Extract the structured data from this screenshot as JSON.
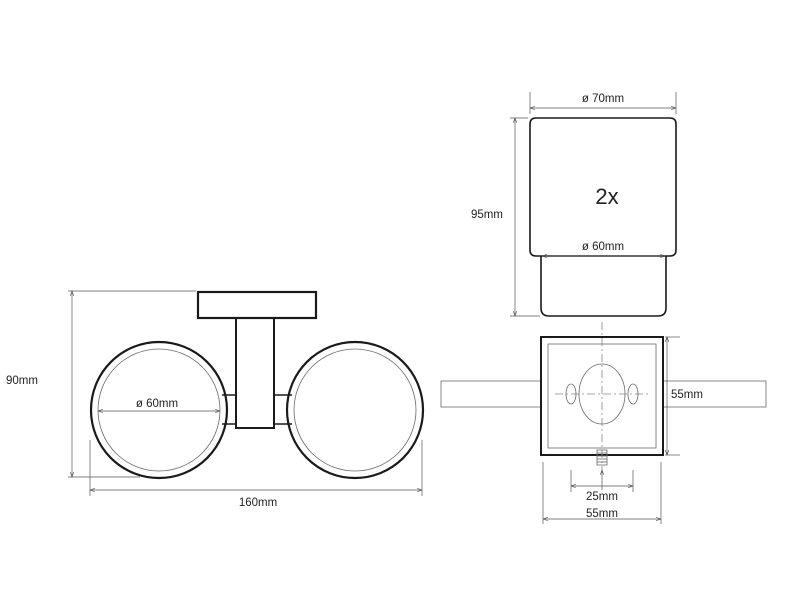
{
  "front_view": {
    "height_label": "90mm",
    "width_label": "160mm",
    "ring_diameter_label": "ø 60mm"
  },
  "glass_view": {
    "top_diameter_label": "ø 70mm",
    "height_label": "95mm",
    "quantity_label": "2x",
    "bottom_diameter_label": "ø 60mm"
  },
  "mount_view": {
    "height_label": "55mm",
    "hole_spacing_label": "25mm",
    "width_label": "55mm"
  }
}
